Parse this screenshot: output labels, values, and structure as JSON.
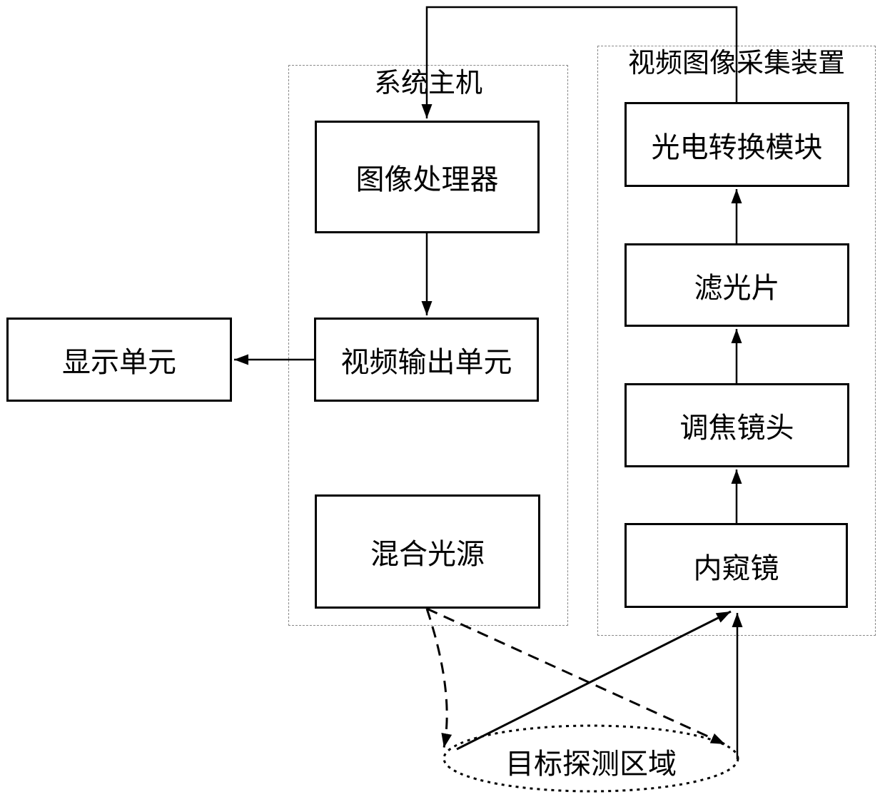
{
  "figure": {
    "background": "#ffffff",
    "line_color": "#000000",
    "dashed_border_color": "#888888"
  },
  "groups": {
    "host": "系统主机",
    "capture": "视频图像采集装置"
  },
  "nodes": {
    "image_processor": "图像处理器",
    "video_output": "视频输出单元",
    "display_unit": "显示单元",
    "mixed_light": "混合光源",
    "photoelectric": "光电转换模块",
    "filter": "滤光片",
    "focus_lens": "调焦镜头",
    "endoscope": "内窥镜",
    "target_area": "目标探测区域"
  }
}
